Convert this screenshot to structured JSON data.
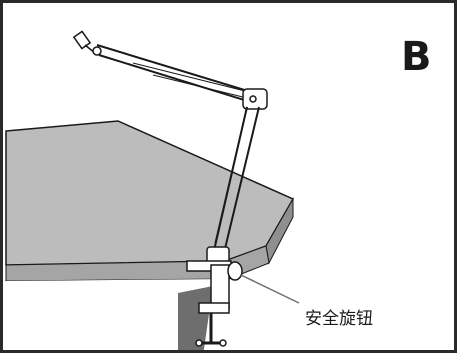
{
  "figure": {
    "panel_label": "B",
    "callout": {
      "label": "安全旋钮"
    }
  },
  "colors": {
    "table_top": "#bcbcbc",
    "table_edge": "#8f8f8f",
    "table_shadow": "#6e6e6e",
    "line": "#1a1a1a",
    "background": "#ffffff"
  },
  "icons": {
    "arm": "desk-mount-boom-arm",
    "clamp": "c-clamp",
    "knob": "safety-knob"
  }
}
